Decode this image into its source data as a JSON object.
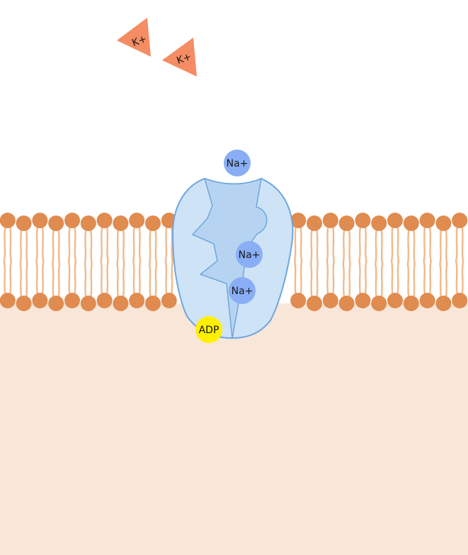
{
  "colors": {
    "extracellular": "#ffffff",
    "cytoplasm": "#f8e6d8",
    "phospholipid_head": "#e08b4f",
    "lipid_tail": "#f2b98a",
    "pump_outer_fill": "#cfe3f7",
    "pump_channel_fill": "#b6d4f2",
    "pump_stroke": "#6fa6dc",
    "sodium": "#8aaef5",
    "potassium": "#f58c63",
    "adp": "#fff000"
  },
  "ions": {
    "potassium_label": "K+",
    "sodium_label": "Na+"
  },
  "potassium_ions": [
    {
      "label": "K+"
    },
    {
      "label": "K+"
    }
  ],
  "sodium_ions": [
    {
      "label": "Na+"
    },
    {
      "label": "Na+"
    },
    {
      "label": "Na+"
    }
  ],
  "adp": {
    "label": "ADP"
  }
}
